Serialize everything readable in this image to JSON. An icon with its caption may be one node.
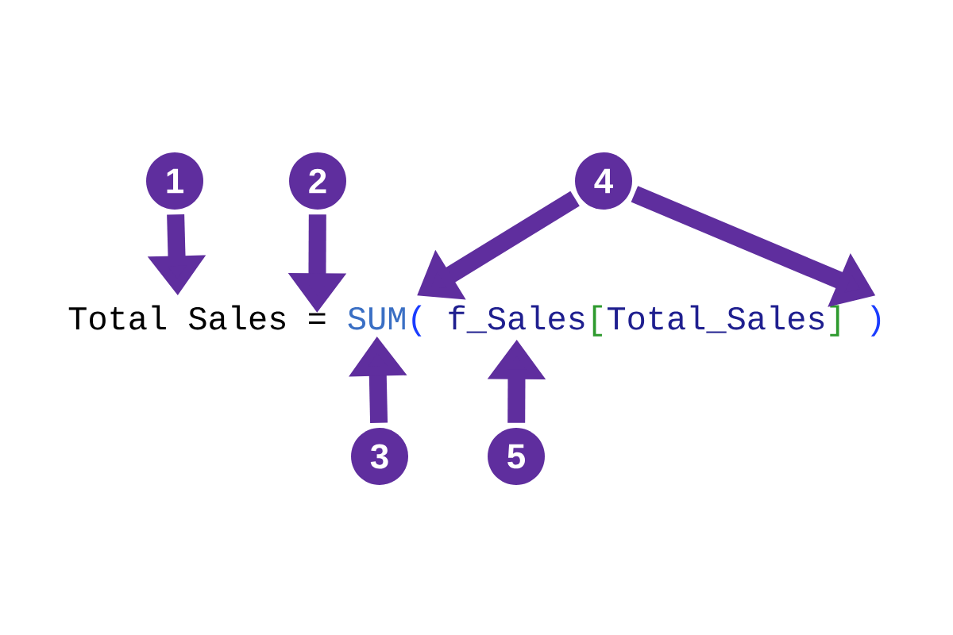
{
  "diagram": {
    "nodes": [
      {
        "text": [
          "1"
        ]
      },
      {
        "text": [
          "2"
        ]
      },
      {
        "text": [
          "4"
        ]
      },
      {
        "text": [
          "Total Sales"
        ]
      },
      {
        "text": [
          "="
        ]
      },
      {
        "text": [
          "SUM"
        ]
      },
      {
        "text": [
          "("
        ]
      },
      {
        "text": [
          "f_Sales"
        ]
      },
      {
        "text": [
          ")"
        ]
      },
      {
        "text": [
          "3"
        ]
      },
      {
        "text": [
          "5"
        ]
      }
    ],
    "edges": [
      {
        "from": 0,
        "to": 3,
        "arrow": "to"
      },
      {
        "from": 1,
        "to": 4,
        "arrow": "to"
      },
      {
        "from": 2,
        "to": 6,
        "arrow": "to"
      },
      {
        "from": 2,
        "to": 8,
        "arrow": "to"
      },
      {
        "from": 9,
        "to": 5,
        "arrow": "to"
      },
      {
        "from": 10,
        "to": 7,
        "arrow": "to"
      }
    ],
    "labels": [
      "[",
      "Total_Sales",
      "]"
    ]
  }
}
